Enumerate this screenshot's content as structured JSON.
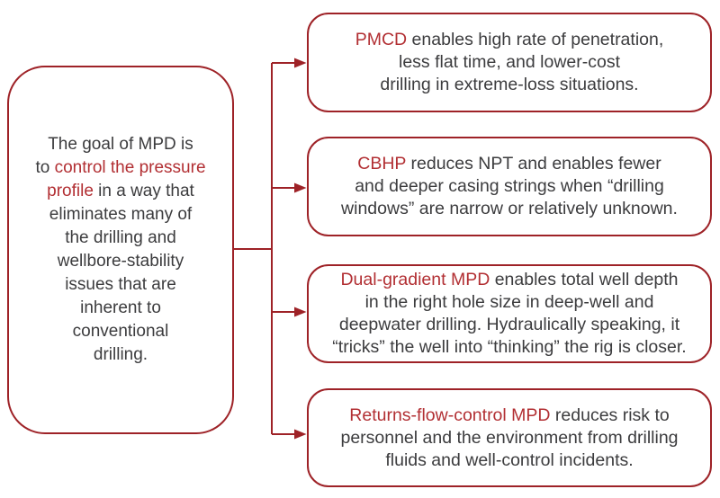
{
  "colors": {
    "line_red": "#9e2227",
    "accent_red": "#b22f33",
    "ink": "#3c3c3e",
    "background": "#ffffff"
  },
  "goal_box": {
    "lines": [
      [
        {
          "t": "The goal of MPD is"
        }
      ],
      [
        {
          "t": "to "
        },
        {
          "t": "control the pressure",
          "red": true
        }
      ],
      [
        {
          "t": "profile",
          "red": true
        },
        {
          "t": " in a way that"
        }
      ],
      [
        {
          "t": "eliminates many of"
        }
      ],
      [
        {
          "t": "the drilling and"
        }
      ],
      [
        {
          "t": "wellbore-stability"
        }
      ],
      [
        {
          "t": "issues that are"
        }
      ],
      [
        {
          "t": "inherent to"
        }
      ],
      [
        {
          "t": "conventional"
        }
      ],
      [
        {
          "t": "drilling."
        }
      ]
    ]
  },
  "branch_boxes": [
    {
      "name": "pmcd",
      "lines": [
        [
          {
            "t": "PMCD",
            "red": true
          },
          {
            "t": " enables high rate of penetration,"
          }
        ],
        [
          {
            "t": "less flat time, and lower-cost"
          }
        ],
        [
          {
            "t": "drilling in extreme-loss situations."
          }
        ]
      ]
    },
    {
      "name": "cbhp",
      "lines": [
        [
          {
            "t": "CBHP",
            "red": true
          },
          {
            "t": " reduces NPT and enables fewer"
          }
        ],
        [
          {
            "t": "and deeper casing strings when “drilling"
          }
        ],
        [
          {
            "t": "windows” are narrow or relatively unknown."
          }
        ]
      ]
    },
    {
      "name": "dual-gradient-mpd",
      "lines": [
        [
          {
            "t": "Dual-gradient MPD",
            "red": true
          },
          {
            "t": " enables total well depth"
          }
        ],
        [
          {
            "t": "in the right hole size in deep-well and"
          }
        ],
        [
          {
            "t": "deepwater drilling. Hydraulically speaking, it"
          }
        ],
        [
          {
            "t": "“tricks” the well into “thinking” the rig is closer."
          }
        ]
      ]
    },
    {
      "name": "returns-flow-control-mpd",
      "lines": [
        [
          {
            "t": "Returns-flow-control MPD",
            "red": true
          },
          {
            "t": " reduces risk to"
          }
        ],
        [
          {
            "t": "personnel and the environment from drilling"
          }
        ],
        [
          {
            "t": "fluids and well-control incidents."
          }
        ]
      ]
    }
  ]
}
